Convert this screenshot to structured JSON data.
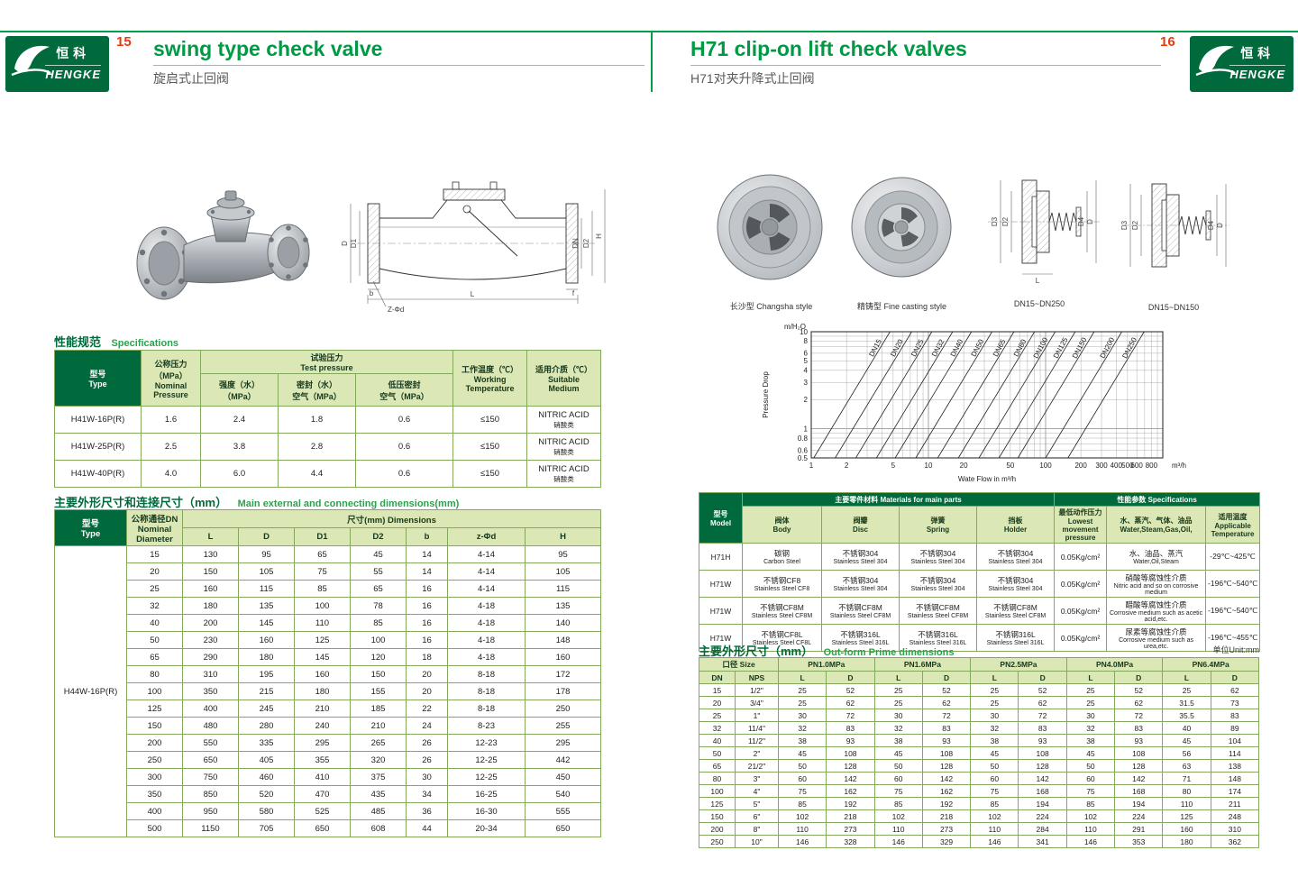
{
  "brand": {
    "logo_zh": "恒科",
    "logo_en": "HENGKE"
  },
  "left_page": {
    "page_number": "15",
    "title_en": "swing type check valve",
    "title_zh": "旋启式止回阀",
    "drawing_labels": {
      "h": "H",
      "d": "D",
      "d1": "D1",
      "dn": "DN",
      "d2": "D2",
      "l": "L",
      "b": "b",
      "f": "f",
      "zphid": "Z-Φd"
    },
    "specs": {
      "heading_zh": "性能规范",
      "heading_en": "Specifications",
      "header": {
        "type": "型号\nType",
        "nominal": "公称压力\n（MPa）\nNominal\nPressure",
        "test": "试验压力\nTest pressure",
        "strength": "强度（水）\n（MPa）",
        "seal": "密封（水）\n空气（MPa）",
        "lowseal": "低压密封\n空气（MPa）",
        "working": "工作温度（℃）\nWorking\nTemperature",
        "medium": "适用介质（℃）\nSuitable\nMedium"
      },
      "rows": [
        [
          "H41W-16P(R)",
          "1.6",
          "2.4",
          "1.8",
          "0.6",
          "≤150",
          "NITRIC ACID\n硝酸类"
        ],
        [
          "H41W-25P(R)",
          "2.5",
          "3.8",
          "2.8",
          "0.6",
          "≤150",
          "NITRIC ACID\n硝酸类"
        ],
        [
          "H41W-40P(R)",
          "4.0",
          "6.0",
          "4.4",
          "0.6",
          "≤150",
          "NITRIC ACID\n硝酸类"
        ]
      ]
    },
    "dims": {
      "heading_zh": "主要外形尺寸和连接尺寸（mm）",
      "heading_en": "Main external and connecting dimensions(mm)",
      "header": {
        "type": "型号\nType",
        "dn": "公称通径DN\nNominal\nDiameter",
        "dims": "尺寸(mm) Dimensions"
      },
      "columns": [
        "L",
        "D",
        "D1",
        "D2",
        "b",
        "z-Φd",
        "H"
      ],
      "model": "H44W-16P(R)",
      "rows": [
        [
          "15",
          "130",
          "95",
          "65",
          "45",
          "14",
          "4-14",
          "95"
        ],
        [
          "20",
          "150",
          "105",
          "75",
          "55",
          "14",
          "4-14",
          "105"
        ],
        [
          "25",
          "160",
          "115",
          "85",
          "65",
          "16",
          "4-14",
          "115"
        ],
        [
          "32",
          "180",
          "135",
          "100",
          "78",
          "16",
          "4-18",
          "135"
        ],
        [
          "40",
          "200",
          "145",
          "110",
          "85",
          "16",
          "4-18",
          "140"
        ],
        [
          "50",
          "230",
          "160",
          "125",
          "100",
          "16",
          "4-18",
          "148"
        ],
        [
          "65",
          "290",
          "180",
          "145",
          "120",
          "18",
          "4-18",
          "160"
        ],
        [
          "80",
          "310",
          "195",
          "160",
          "150",
          "20",
          "8-18",
          "172"
        ],
        [
          "100",
          "350",
          "215",
          "180",
          "155",
          "20",
          "8-18",
          "178"
        ],
        [
          "125",
          "400",
          "245",
          "210",
          "185",
          "22",
          "8-18",
          "250"
        ],
        [
          "150",
          "480",
          "280",
          "240",
          "210",
          "24",
          "8-23",
          "255"
        ],
        [
          "200",
          "550",
          "335",
          "295",
          "265",
          "26",
          "12-23",
          "295"
        ],
        [
          "250",
          "650",
          "405",
          "355",
          "320",
          "26",
          "12-25",
          "442"
        ],
        [
          "300",
          "750",
          "460",
          "410",
          "375",
          "30",
          "12-25",
          "450"
        ],
        [
          "350",
          "850",
          "520",
          "470",
          "435",
          "34",
          "16-25",
          "540"
        ],
        [
          "400",
          "950",
          "580",
          "525",
          "485",
          "36",
          "16-30",
          "555"
        ],
        [
          "500",
          "1150",
          "705",
          "650",
          "608",
          "44",
          "20-34",
          "650"
        ]
      ]
    }
  },
  "right_page": {
    "page_number": "16",
    "title_en": "H71 clip-on lift check valves",
    "title_zh": "H71对夹升降式止回阀",
    "photo1_caption": "长沙型 Changsha style",
    "photo2_caption": "精铸型 Fine casting style",
    "drawing1": {
      "caption": "DN15~DN250",
      "labels": {
        "d3": "D3",
        "d2": "D2",
        "d4": "D4",
        "d": "D",
        "l": "L"
      }
    },
    "drawing2": {
      "caption": "DN15~DN150",
      "labels": {
        "d3": "D3",
        "d2": "D2",
        "d4": "D4",
        "d": "D"
      }
    },
    "materials": {
      "header": {
        "model": "型号\nModel",
        "main": "主要零件材料 Materials for main parts",
        "body": "阀体\nBody",
        "disc": "阀瓣\nDisc",
        "spring": "弹簧\nSpring",
        "holder": "挡板\nHolder",
        "perf": "性能参数 Specifications",
        "pressure": "最低动作压力\nLowest movement\npressure",
        "medium": "水、蒸汽、气体、油品\nWater,Steam,Gas,Oil,",
        "temp": "适用温度\nApplicable\nTemperature"
      },
      "rows": [
        [
          "H71H",
          "碳钢\nCarbon Steel",
          "不锈钢304\nStainless Steel 304",
          "不锈钢304\nStainless Steel 304",
          "不锈钢304\nStainless Steel 304",
          "0.05Kg/cm²",
          "水、油品、蒸汽\nWater,Oil,Steam",
          "-29℃~425℃"
        ],
        [
          "H71W",
          "不锈钢CF8\nStainless Steel CF8",
          "不锈钢304\nStainless Steel 304",
          "不锈钢304\nStainless Steel 304",
          "不锈钢304\nStainless Steel 304",
          "0.05Kg/cm²",
          "硝酸等腐蚀性介质\nNitric acid and so on corrosive medium",
          "-196℃~540℃"
        ],
        [
          "H71W",
          "不锈钢CF8M\nStainless Steel CF8M",
          "不锈钢CF8M\nStainless Steel CF8M",
          "不锈钢CF8M\nStainless Steel CF8M",
          "不锈钢CF8M\nStainless Steel CF8M",
          "0.05Kg/cm²",
          "醋酸等腐蚀性介质\nCorrosive medium such as acetic acid,etc.",
          "-196℃~540℃"
        ],
        [
          "H71W",
          "不锈钢CF8L\nStainless Steel CF8L",
          "不锈钢316L\nStainless Steel 316L",
          "不锈钢316L\nStainless Steel 316L",
          "不锈钢316L\nStainless Steel 316L",
          "0.05Kg/cm²",
          "尿素等腐蚀性介质\nCorrosive medium such as urea,etc.",
          "-196℃~455℃"
        ]
      ]
    },
    "outform": {
      "heading_zh": "主要外形尺寸（mm）",
      "heading_en": "Out-form Prime dimensions",
      "unit": "单位Unit:mm",
      "header": {
        "size": "口径 Size",
        "pn": [
          "PN1.0MPa",
          "PN1.6MPa",
          "PN2.5MPa",
          "PN4.0MPa",
          "PN6.4MPa"
        ],
        "sub": [
          "DN",
          "NPS",
          "L",
          "D",
          "L",
          "D",
          "L",
          "D",
          "L",
          "D",
          "L",
          "D"
        ]
      },
      "rows": [
        [
          "15",
          "1/2\"",
          "25",
          "52",
          "25",
          "52",
          "25",
          "52",
          "25",
          "52",
          "25",
          "62"
        ],
        [
          "20",
          "3/4\"",
          "25",
          "62",
          "25",
          "62",
          "25",
          "62",
          "25",
          "62",
          "31.5",
          "73"
        ],
        [
          "25",
          "1\"",
          "30",
          "72",
          "30",
          "72",
          "30",
          "72",
          "30",
          "72",
          "35.5",
          "83"
        ],
        [
          "32",
          "11/4\"",
          "32",
          "83",
          "32",
          "83",
          "32",
          "83",
          "32",
          "83",
          "40",
          "89"
        ],
        [
          "40",
          "11/2\"",
          "38",
          "93",
          "38",
          "93",
          "38",
          "93",
          "38",
          "93",
          "45",
          "104"
        ],
        [
          "50",
          "2\"",
          "45",
          "108",
          "45",
          "108",
          "45",
          "108",
          "45",
          "108",
          "56",
          "114"
        ],
        [
          "65",
          "21/2\"",
          "50",
          "128",
          "50",
          "128",
          "50",
          "128",
          "50",
          "128",
          "63",
          "138"
        ],
        [
          "80",
          "3\"",
          "60",
          "142",
          "60",
          "142",
          "60",
          "142",
          "60",
          "142",
          "71",
          "148"
        ],
        [
          "100",
          "4\"",
          "75",
          "162",
          "75",
          "162",
          "75",
          "168",
          "75",
          "168",
          "80",
          "174"
        ],
        [
          "125",
          "5\"",
          "85",
          "192",
          "85",
          "192",
          "85",
          "194",
          "85",
          "194",
          "110",
          "211"
        ],
        [
          "150",
          "6\"",
          "102",
          "218",
          "102",
          "218",
          "102",
          "224",
          "102",
          "224",
          "125",
          "248"
        ],
        [
          "200",
          "8\"",
          "110",
          "273",
          "110",
          "273",
          "110",
          "284",
          "110",
          "291",
          "160",
          "310"
        ],
        [
          "250",
          "10\"",
          "146",
          "328",
          "146",
          "329",
          "146",
          "341",
          "146",
          "353",
          "180",
          "362"
        ]
      ]
    }
  },
  "chart_data": {
    "type": "line",
    "title": "",
    "xlabel": "Wate Flow in m³/h",
    "ylabel": "Pressure Drop",
    "x_unit_label": "m³/h",
    "y_unit_label": "m/H₂O",
    "x_scale": "log",
    "y_scale": "log",
    "xlim": [
      1,
      1000
    ],
    "ylim": [
      0.5,
      10
    ],
    "x_ticks": [
      1,
      2,
      5,
      10,
      20,
      50,
      100,
      200,
      300,
      400,
      500,
      600,
      800
    ],
    "y_ticks": [
      0.5,
      0.6,
      0.8,
      1,
      2,
      3,
      4,
      5,
      6,
      8,
      10
    ],
    "grid": "log minor grid on",
    "legend": "labels printed on lines",
    "series": [
      {
        "name": "DN15",
        "points": [
          [
            1.05,
            0.5
          ],
          [
            4.7,
            10
          ]
        ]
      },
      {
        "name": "DN20",
        "points": [
          [
            1.6,
            0.5
          ],
          [
            7.2,
            10
          ]
        ]
      },
      {
        "name": "DN25",
        "points": [
          [
            2.4,
            0.5
          ],
          [
            10.7,
            10
          ]
        ]
      },
      {
        "name": "DN32",
        "points": [
          [
            3.6,
            0.5
          ],
          [
            16.1,
            10
          ]
        ]
      },
      {
        "name": "DN40",
        "points": [
          [
            5.2,
            0.5
          ],
          [
            23.3,
            10
          ]
        ]
      },
      {
        "name": "DN50",
        "points": [
          [
            7.8,
            0.5
          ],
          [
            34.9,
            10
          ]
        ]
      },
      {
        "name": "DN65",
        "points": [
          [
            12,
            0.5
          ],
          [
            53.7,
            10
          ]
        ]
      },
      {
        "name": "DN80",
        "points": [
          [
            18,
            0.5
          ],
          [
            80.5,
            10
          ]
        ]
      },
      {
        "name": "DN100",
        "points": [
          [
            27,
            0.5
          ],
          [
            120.8,
            10
          ]
        ]
      },
      {
        "name": "DN125",
        "points": [
          [
            40,
            0.5
          ],
          [
            178.9,
            10
          ]
        ]
      },
      {
        "name": "DN150",
        "points": [
          [
            58,
            0.5
          ],
          [
            259.4,
            10
          ]
        ]
      },
      {
        "name": "DN200",
        "points": [
          [
            100,
            0.5
          ],
          [
            447.2,
            10
          ]
        ]
      },
      {
        "name": "DN250",
        "points": [
          [
            155,
            0.5
          ],
          [
            693.2,
            10
          ]
        ]
      }
    ]
  }
}
